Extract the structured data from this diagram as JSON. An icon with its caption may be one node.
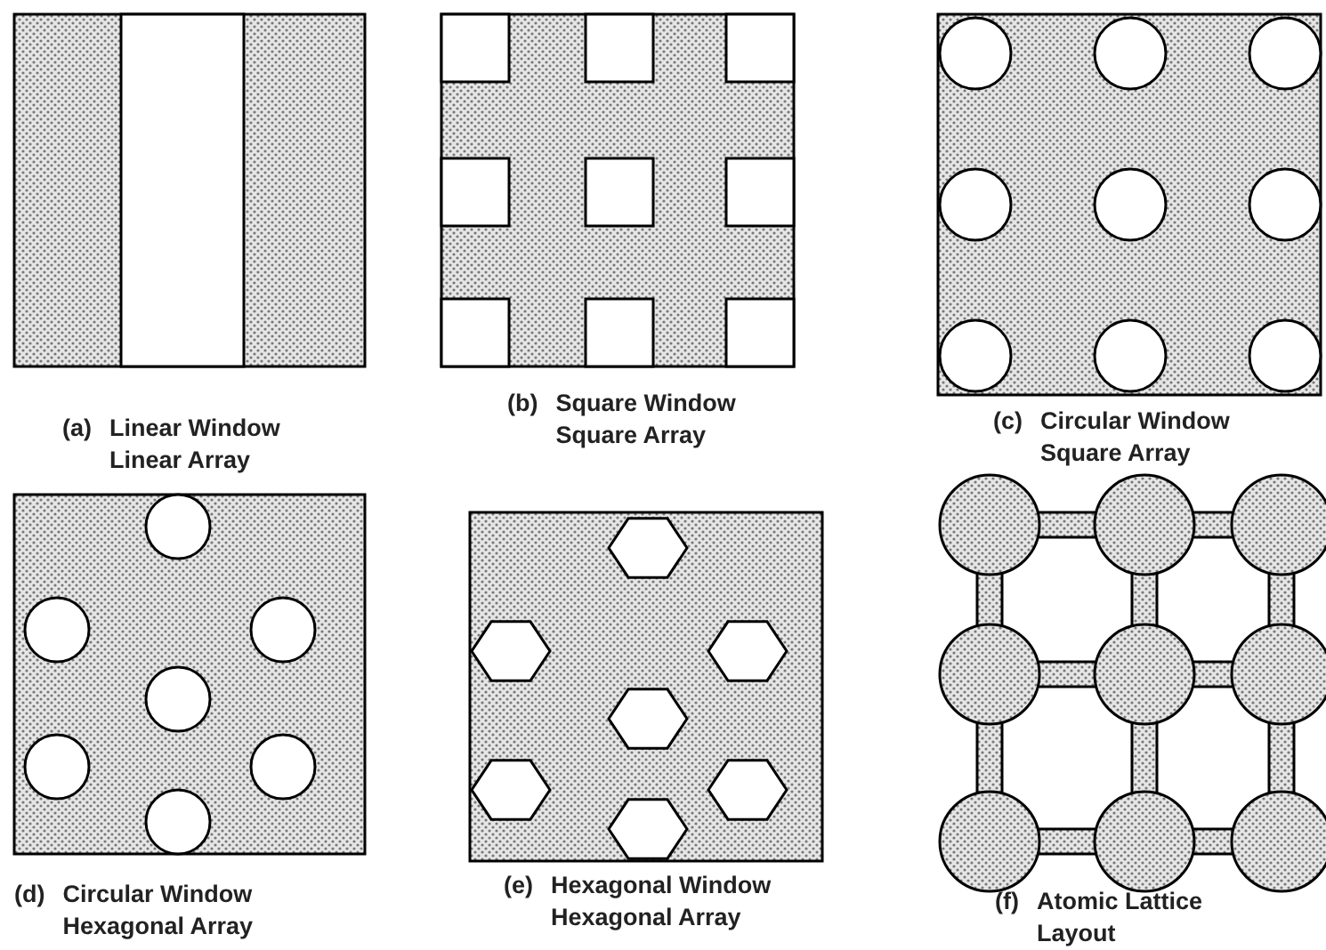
{
  "diagram": {
    "labels": [
      "(a)",
      "Linear Window Linear Array",
      "(b)",
      "Square Window Square Array",
      "(c)",
      "Circular Window Square Array",
      "(d)",
      "Circular Window Hexagonal Array",
      "(e)",
      "Hexagonal Window Hexagonal Array",
      "(f)",
      "Atomic Lattice Layout"
    ]
  }
}
